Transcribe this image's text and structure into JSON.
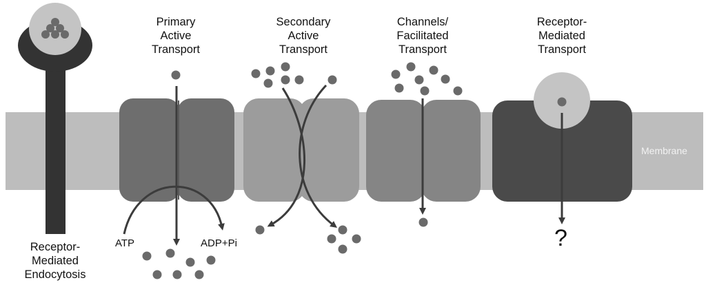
{
  "labels": {
    "primary": [
      "Primary",
      "Active",
      "Transport"
    ],
    "secondary": [
      "Secondary",
      "Active",
      "Transport"
    ],
    "channels": [
      "Channels/",
      "Facilitated",
      "Transport"
    ],
    "receptor_transport": [
      "Receptor-",
      "Mediated",
      "Transport"
    ],
    "endocytosis": [
      "Receptor-",
      "Mediated",
      "Endocytosis"
    ],
    "atp": "ATP",
    "adp": "ADP+Pi",
    "membrane": "Membrane",
    "unknown": "?"
  },
  "colors": {
    "background": "#ffffff",
    "membrane": "#bdbdbd",
    "primary_pump": "#6e6e6e",
    "secondary_pump": "#9c9c9c",
    "channel": "#858585",
    "receptor_block": "#4a4a4a",
    "endocytosis_stalk": "#333333",
    "receptor_cap": "#c4c4c4",
    "molecule": "#6a6a6a",
    "arrow": "#3c3c3c"
  }
}
